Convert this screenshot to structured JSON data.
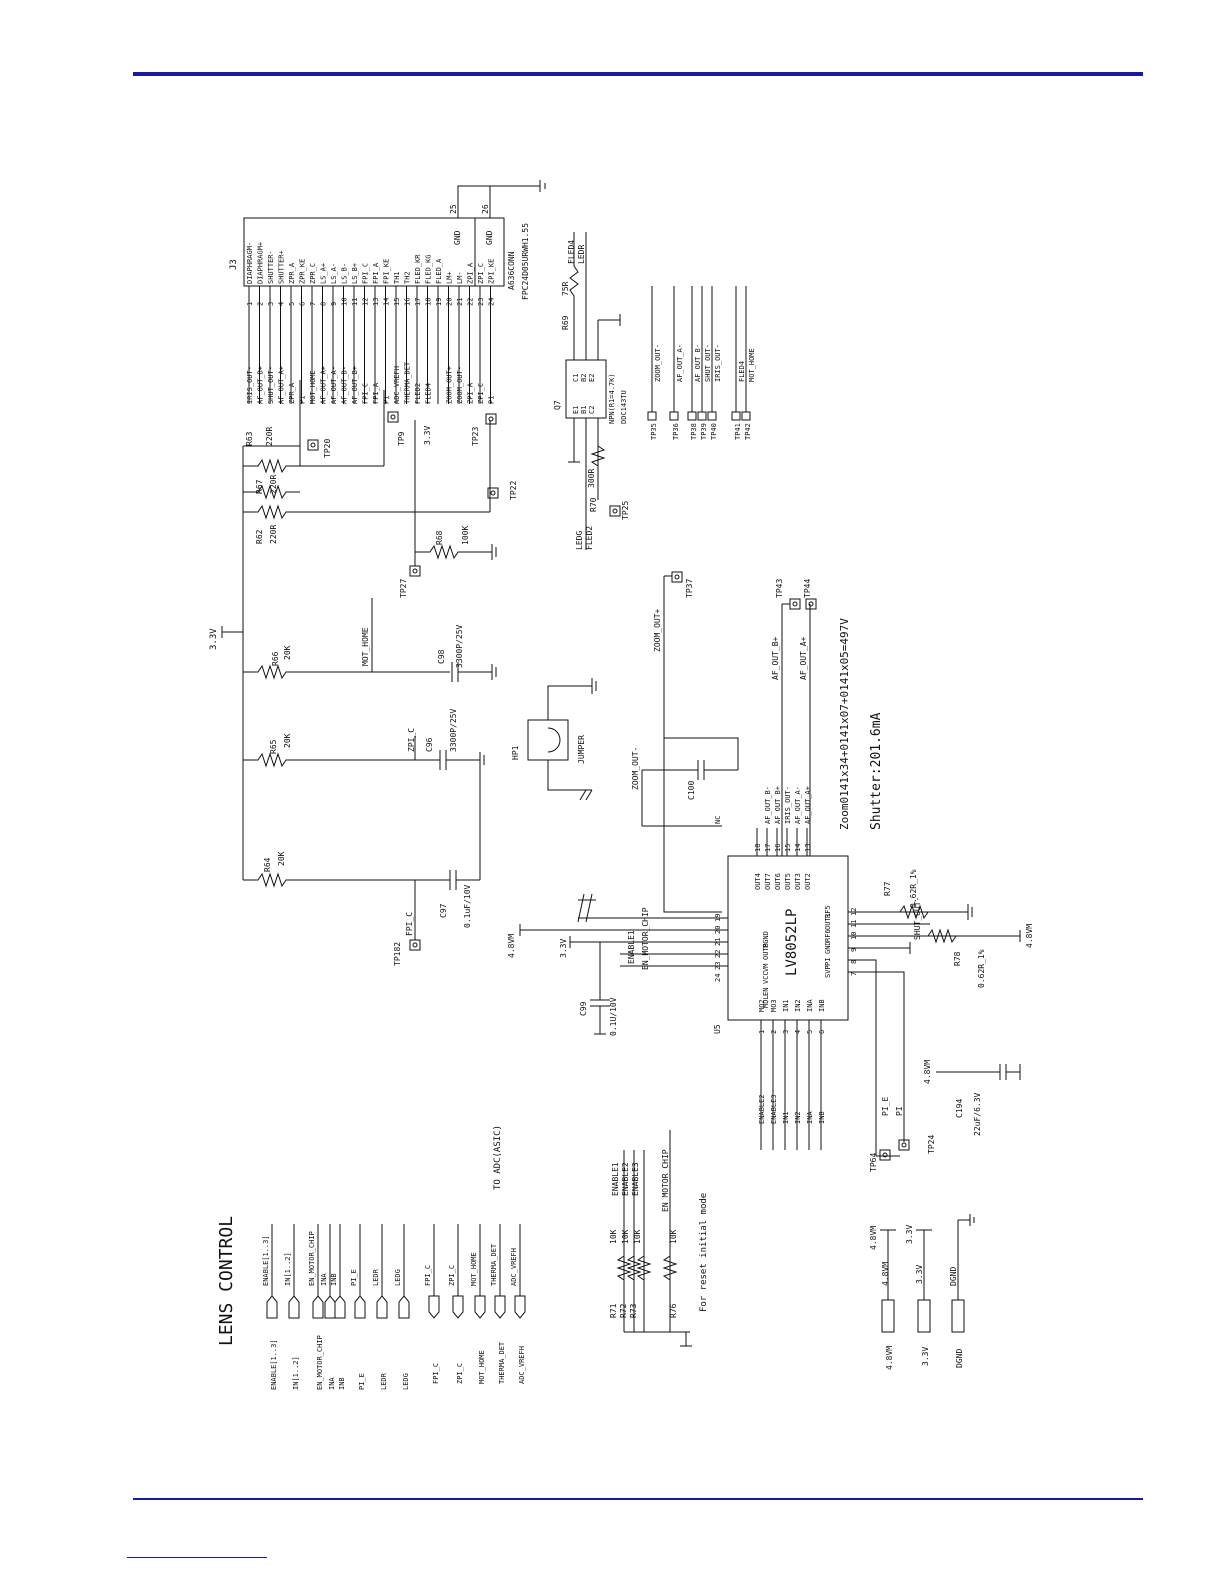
{
  "colors": {
    "rule": "#1a1a9a",
    "ink": "#111111",
    "background": "#ffffff"
  },
  "title": "LENS CONTROL",
  "note_adc": "TO ADC(ASIC)",
  "note_reset": "For reset initial mode",
  "connector": {
    "ref": "J3",
    "part": "A636CONN",
    "mfr": "FPC24D05URWH1.55",
    "pins_left": [
      "DIAPHRAGM-",
      "DIAPHRAGM+",
      "SHUTTER-",
      "SHUTTER+",
      "ZPR_A",
      "ZPR_KE",
      "ZPR_C",
      "LS_A+",
      "LS_A-",
      "LS_B-",
      "LS_B+",
      "FPI_C",
      "FPI_A",
      "FPI_KE",
      "TH1",
      "TH2",
      "FLED_KR",
      "FLED_KG",
      "FLED_A",
      "LM+",
      "LM-",
      "ZPI_A",
      "ZPI_C",
      "ZPI_KE"
    ],
    "pin_nums": [
      "1",
      "2",
      "3",
      "4",
      "5",
      "6",
      "7",
      "8",
      "9",
      "10",
      "11",
      "12",
      "13",
      "14",
      "15",
      "16",
      "17",
      "18",
      "19",
      "20",
      "21",
      "22",
      "23",
      "24"
    ],
    "gnd_pins": [
      "25",
      "26"
    ],
    "gnd_label": "GND",
    "nets": [
      "IRIS_OUT-",
      "AF_OUT_B+",
      "SHUT_OUT-",
      "AF_OUT_A+",
      "ZPR_A",
      "P1",
      "MOT_HOME",
      "AF_OUT_A+",
      "AF_OUT_A-",
      "AF_OUT_B-",
      "AF_OUT_B+",
      "FPI_C",
      "FPI_A",
      "P1",
      "ADC_VREFH",
      "THERMA_DET",
      "FLED2",
      "FLED4",
      "",
      "ZOOM_OUT+",
      "ZOOM_OUT-",
      "ZPI_A",
      "ZPI_C",
      "P1"
    ]
  },
  "resistors": [
    {
      "ref": "R63",
      "value": "220R"
    },
    {
      "ref": "R67",
      "value": "220R"
    },
    {
      "ref": "R62",
      "value": "220R"
    },
    {
      "ref": "R68",
      "value": "100K"
    },
    {
      "ref": "R66",
      "value": "20K"
    },
    {
      "ref": "R65",
      "value": "20K"
    },
    {
      "ref": "R64",
      "value": "20K"
    },
    {
      "ref": "R69",
      "value": "75R"
    },
    {
      "ref": "R70",
      "value": "300R"
    },
    {
      "ref": "R77",
      "value": "0.62R_1%"
    },
    {
      "ref": "R78",
      "value": "0.62R_1%"
    },
    {
      "ref": "R71",
      "value": "10K"
    },
    {
      "ref": "R72",
      "value": "10K"
    },
    {
      "ref": "R73",
      "value": "10K"
    },
    {
      "ref": "R76",
      "value": "10K"
    }
  ],
  "capacitors": [
    {
      "ref": "C98",
      "value": "3300P/25V"
    },
    {
      "ref": "C96",
      "value": "3300P/25V"
    },
    {
      "ref": "C97",
      "value": "0.1uF/10V"
    },
    {
      "ref": "C99",
      "value": "0.1U/10V"
    },
    {
      "ref": "C100",
      "value": ""
    },
    {
      "ref": "C194",
      "value": "22uF/6.3V"
    }
  ],
  "testpoints": [
    "TP20",
    "TP9",
    "TP23",
    "TP22",
    "TP27",
    "TP25",
    "TP37",
    "TP43",
    "TP44",
    "TP35",
    "TP36",
    "TP38",
    "TP39",
    "TP40",
    "TP41",
    "TP42",
    "TP182",
    "TP64",
    "TP24"
  ],
  "tp_nets": {
    "TP35": "ZOOM_OUT-",
    "TP36": "AF_OUT_A-",
    "TP38": "AF_OUT_B-",
    "TP39": "SHUT_OUT-",
    "TP40": "IRIS_OUT-",
    "TP41": "FLED4",
    "TP42": "MOT_HOME"
  },
  "q7": {
    "ref": "Q7",
    "part": "DDC143TU",
    "type": "NPN(R1=4.7K)",
    "pins": [
      "E1",
      "B1",
      "C2",
      "C1",
      "B2",
      "E2"
    ]
  },
  "jumper": {
    "ref": "HP1",
    "label": "JUMPER"
  },
  "ic": {
    "ref": "U5",
    "part": "LV8052LP",
    "left_pins": [
      "PGND",
      "OUT8",
      "VM",
      "VCC",
      "EN",
      "MDL"
    ],
    "left_nums": [
      "19",
      "20",
      "21",
      "22",
      "23",
      "24"
    ],
    "top_pins": [
      "OUT4",
      "OUT7",
      "OUT6",
      "OUT5",
      "OUT3",
      "OUT2"
    ],
    "top_nums": [
      "18",
      "17",
      "16",
      "15",
      "14",
      "13"
    ],
    "right_pins": [
      "RF5",
      "OUT1",
      "RF6",
      "GND",
      "PI",
      "SVP"
    ],
    "right_nums": [
      "12",
      "11",
      "10",
      "9",
      "8",
      "7"
    ],
    "bottom_pins": [
      "MO2",
      "MO3",
      "IN1",
      "IN2",
      "INA",
      "INB"
    ],
    "bottom_nums": [
      "1",
      "2",
      "3",
      "4",
      "5",
      "6"
    ],
    "top_nets": [
      "NC",
      "AF_OUT_B-",
      "AF_OUT_B+",
      "IRIS_OUT-",
      "AF_OUT_A-",
      "AF_OUT_A+"
    ],
    "bottom_nets": [
      "ENABLE2",
      "ENABLE3",
      "IN1",
      "IN2",
      "INA",
      "INB"
    ],
    "left_nets": [
      "ENABLE1",
      "EN_MOTOR_CHIP"
    ]
  },
  "nets": {
    "v33": "3.3V",
    "v48": "4.8VM",
    "dgnd": "DGND",
    "zoom_out_plus": "ZOOM_OUT+",
    "zoom_out_minus": "ZOOM_OUT-",
    "mot_home": "MOT_HOME",
    "zpi_c": "ZPI_C",
    "fpi_c": "FPI_C",
    "pi_e": "PI_E",
    "pi": "PI",
    "shut_out": "SHUT_OUT-",
    "af_out_b_plus": "AF_OUT_B+",
    "af_out_a_plus": "AF_OUT_A+",
    "fled4": "FLED4",
    "ledr": "LEDR",
    "ledg": "LEDG",
    "fled2": "FLED2"
  },
  "notes": {
    "current1": "Zoom0141x34+0141x07+0141x05=497V",
    "current2": "Shutter:201.6mA"
  },
  "ports_out": [
    "ENABLE[1..3]",
    "IN[1..2]",
    "EN_MOTOR_CHIP",
    "INA",
    "INB",
    "PI_E",
    "LEDR",
    "LEDG"
  ],
  "ports_in": [
    "FPI_C",
    "ZPI_C",
    "MOT_HOME",
    "THERMA_DET",
    "ADC_VREFH"
  ],
  "port_net_labels": [
    "ENABLE[1..3]",
    "IN[1..2]",
    "EN_MOTOR_CHIP",
    "INA",
    "INB",
    "PI_E",
    "LEDR",
    "LEDG",
    "FPI_C",
    "ZPI_C",
    "MOT_HOME",
    "THERMA_DET",
    "ADC_VREFH"
  ],
  "pullups": [
    "ENABLE1",
    "ENABLE2",
    "ENABLE3",
    "EN_MOTOR_CHIP"
  ],
  "power_ports": [
    "4.8VM",
    "3.3V",
    "DGND"
  ]
}
